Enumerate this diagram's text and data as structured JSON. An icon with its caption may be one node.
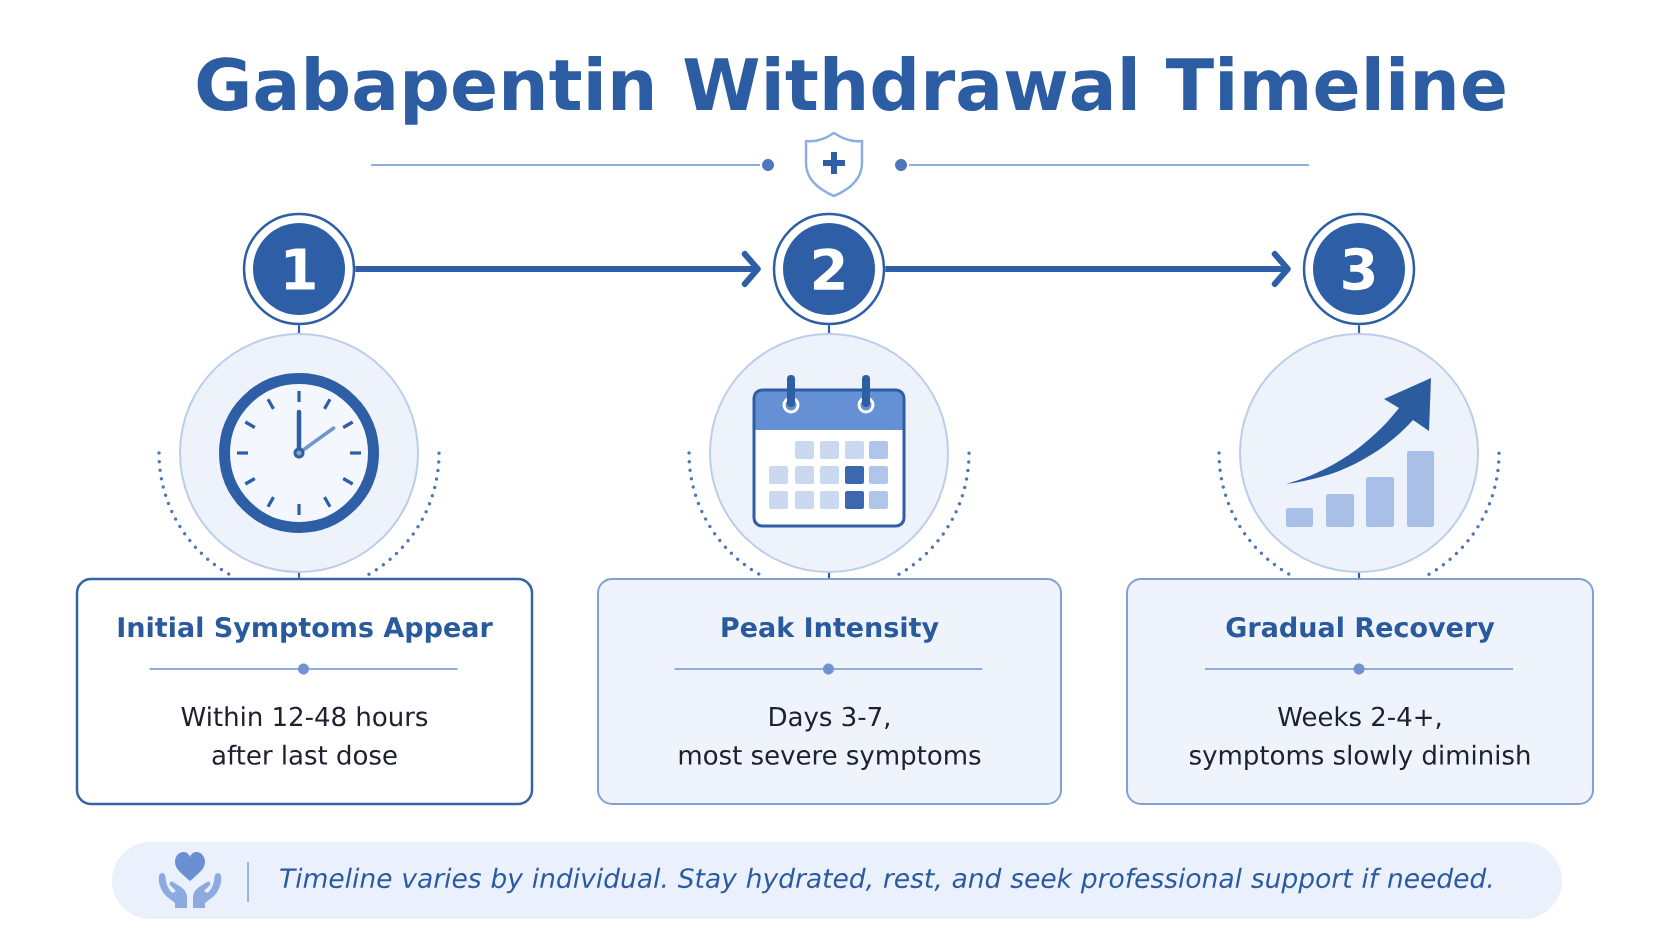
{
  "diagram": {
    "title": "Gabapentin Withdrawal Timeline",
    "nodes": [
      {
        "text": [
          "1"
        ]
      },
      {
        "text": [
          "2"
        ]
      },
      {
        "text": [
          "3"
        ]
      },
      {
        "text": [],
        "shape": "circle"
      },
      {
        "text": [],
        "shape": "circle"
      },
      {
        "text": [],
        "shape": "circle"
      },
      {
        "text": [
          "Initial Symptoms Appear",
          "Within 12-48 hours after last dose"
        ]
      },
      {
        "text": [
          "Peak Intensity",
          "Days 3-7, most severe symptoms"
        ]
      },
      {
        "text": [
          "Gradual Recovery",
          "Weeks 2-4+, symptoms slowly diminish"
        ]
      },
      {
        "text": [
          "Timeline varies by individual. Stay hydrated, rest, and seek professional support if needed."
        ]
      }
    ],
    "edges": [
      {
        "from": 0,
        "to": 1,
        "arrow": "to",
        "style": "thick"
      },
      {
        "from": 1,
        "to": 2,
        "arrow": "to",
        "style": "thick"
      },
      {
        "from": 0,
        "to": 3,
        "arrow": "none"
      },
      {
        "from": 3,
        "to": 6,
        "arrow": "none"
      },
      {
        "from": 1,
        "to": 4,
        "arrow": "none"
      },
      {
        "from": 4,
        "to": 7,
        "arrow": "none"
      },
      {
        "from": 2,
        "to": 5,
        "arrow": "none"
      },
      {
        "from": 5,
        "to": 8,
        "arrow": "none"
      }
    ]
  }
}
